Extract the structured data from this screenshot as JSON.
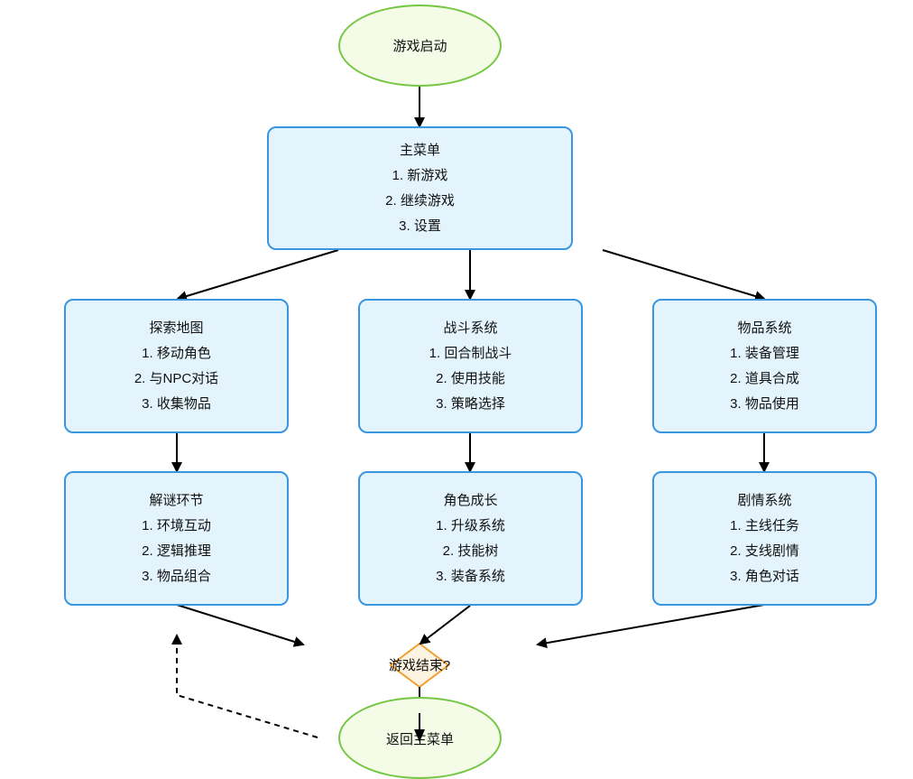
{
  "start": {
    "label": "游戏启动"
  },
  "main_menu": {
    "title": "主菜单",
    "items": [
      "1. 新游戏",
      "2. 继续游戏",
      "3. 设置"
    ]
  },
  "explore": {
    "title": "探索地图",
    "items": [
      "1. 移动角色",
      "2. 与NPC对话",
      "3. 收集物品"
    ]
  },
  "battle": {
    "title": "战斗系统",
    "items": [
      "1. 回合制战斗",
      "2. 使用技能",
      "3. 策略选择"
    ]
  },
  "inventory": {
    "title": "物品系统",
    "items": [
      "1. 装备管理",
      "2. 道具合成",
      "3. 物品使用"
    ]
  },
  "puzzle": {
    "title": "解谜环节",
    "items": [
      "1. 环境互动",
      "2. 逻辑推理",
      "3. 物品组合"
    ]
  },
  "growth": {
    "title": "角色成长",
    "items": [
      "1. 升级系统",
      "2. 技能树",
      "3. 装备系统"
    ]
  },
  "story": {
    "title": "剧情系统",
    "items": [
      "1. 主线任务",
      "2. 支线剧情",
      "3. 角色对话"
    ]
  },
  "decision": {
    "label": "游戏结束?"
  },
  "return_menu": {
    "label": "返回主菜单"
  },
  "colors": {
    "box_fill": "#e3f4fc",
    "box_border": "#3996e0",
    "ellipse_fill": "#f4fbe6",
    "ellipse_border": "#73c742",
    "decision_fill": "#fdf3e1",
    "decision_border": "#f0a030",
    "edge": "#000000"
  }
}
